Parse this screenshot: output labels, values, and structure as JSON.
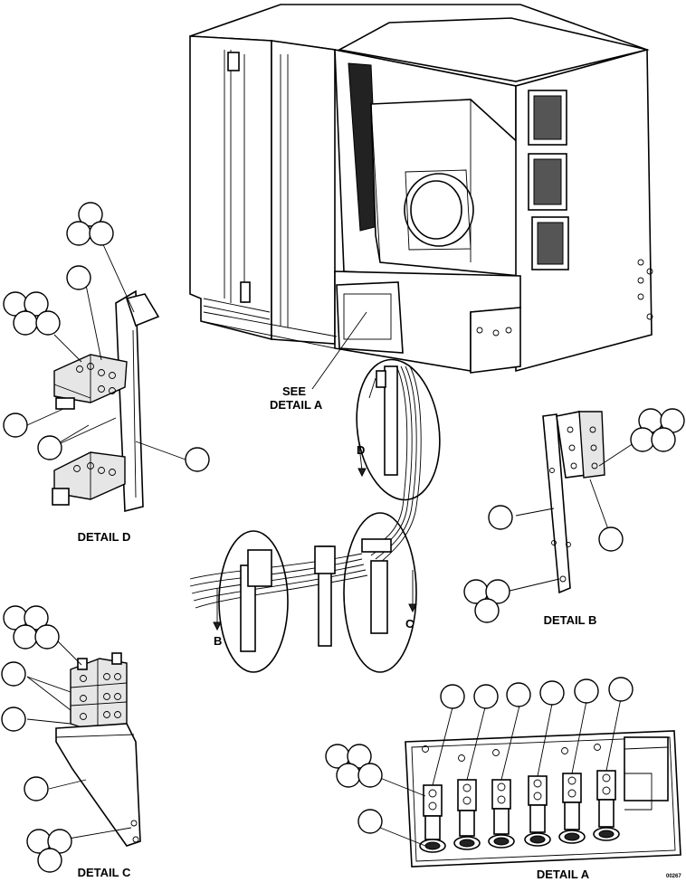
{
  "callouts": {
    "see_detail_a_line1": "SEE",
    "see_detail_a_line2": "DETAIL A",
    "view_b": "B",
    "view_c": "C",
    "view_d": "D"
  },
  "captions": {
    "detail_a": "DETAIL A",
    "detail_b": "DETAIL B",
    "detail_c": "DETAIL C",
    "detail_d": "DETAIL D"
  },
  "figure_code": "00267"
}
